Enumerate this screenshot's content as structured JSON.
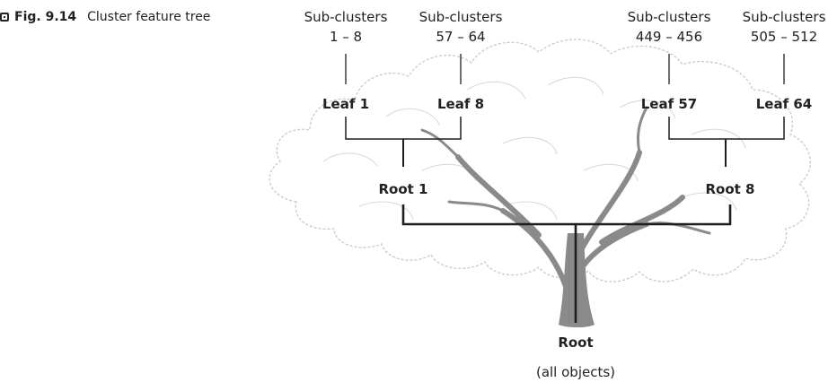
{
  "caption": {
    "figure_number": "Fig. 9.14",
    "title": "Cluster feature tree"
  },
  "subclusters": [
    {
      "label": "Sub-clusters",
      "range": "1 – 8"
    },
    {
      "label": "Sub-clusters",
      "range": "57 – 64"
    },
    {
      "label": "Sub-clusters",
      "range": "449 – 456"
    },
    {
      "label": "Sub-clusters",
      "range": "505 – 512"
    }
  ],
  "leaves": [
    "Leaf 1",
    "Leaf 8",
    "Leaf 57",
    "Leaf 64"
  ],
  "roots": [
    "Root 1",
    "Root 8"
  ],
  "root": {
    "label": "Root",
    "sublabel": "(all objects)"
  },
  "colors": {
    "text": "#222222",
    "connector": "#1e1e1e",
    "tree_trunk": "#8a8a8a",
    "tree_outline": "#c9c9c9"
  }
}
